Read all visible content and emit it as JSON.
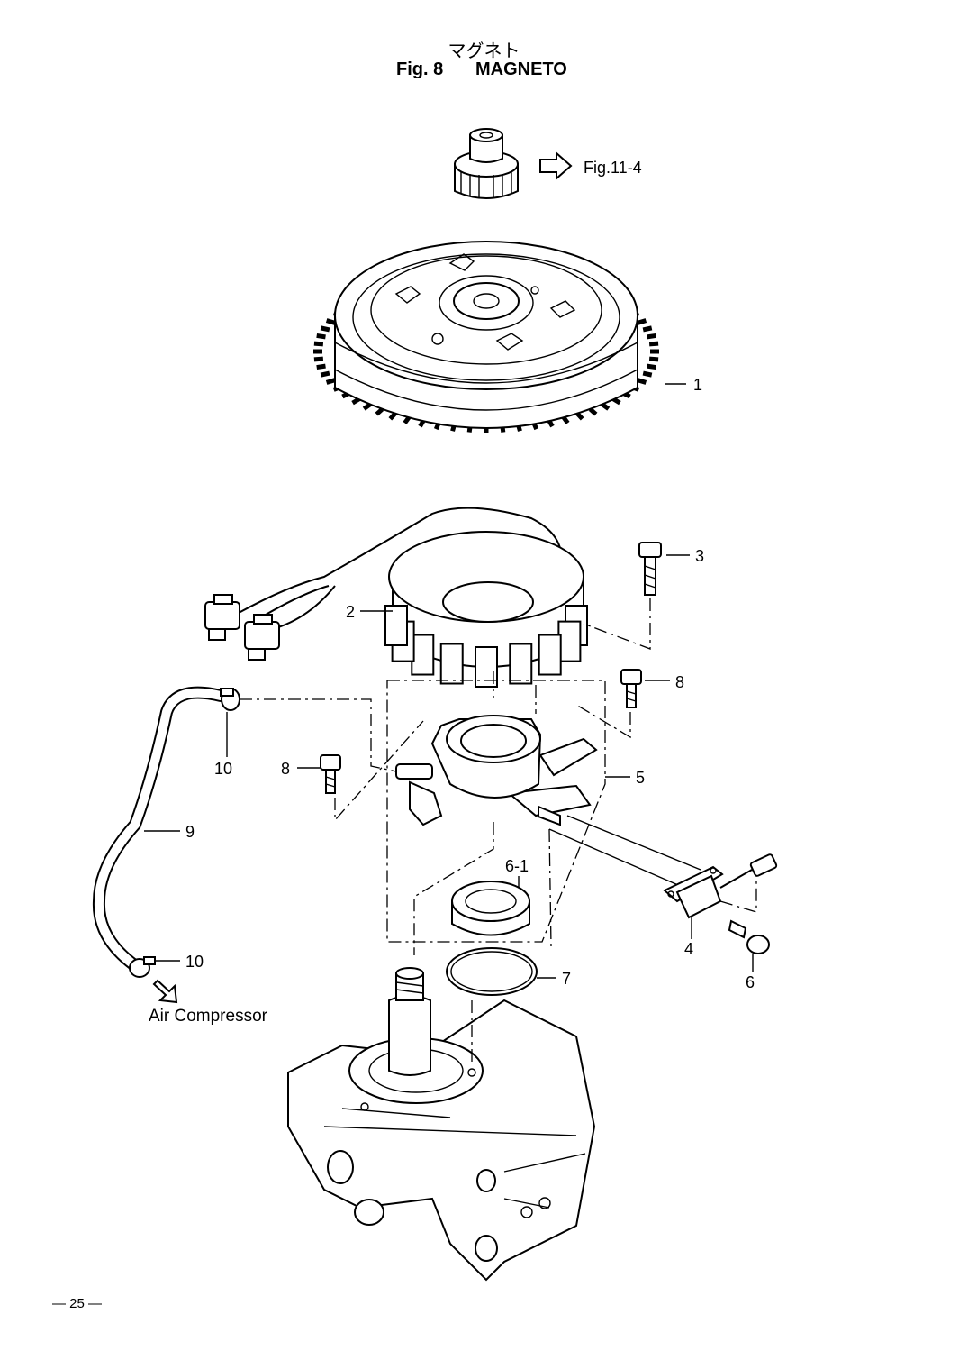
{
  "header": {
    "title_jp": "マグネト",
    "fig_label": "Fig. 8",
    "title_en": "MAGNETO"
  },
  "references": {
    "fig_ref": "Fig.11-4",
    "air_compressor": "Air Compressor"
  },
  "callouts": [
    "1",
    "2",
    "3",
    "4",
    "5",
    "6",
    "6-1",
    "7",
    "8",
    "8",
    "9",
    "10",
    "10"
  ],
  "footer": {
    "page": "— 25 —"
  }
}
